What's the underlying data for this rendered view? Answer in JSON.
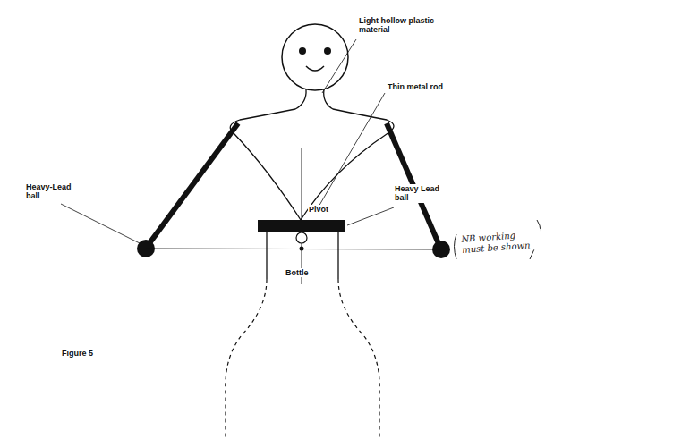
{
  "diagram": {
    "caption": "Figure 5",
    "labels": [
      "Light hollow plastic material",
      "Thin metal rod",
      "Heavy-Lead ball",
      "Pivot",
      "Heavy Lead ball",
      "Bottle",
      "NB working must be shown"
    ]
  }
}
